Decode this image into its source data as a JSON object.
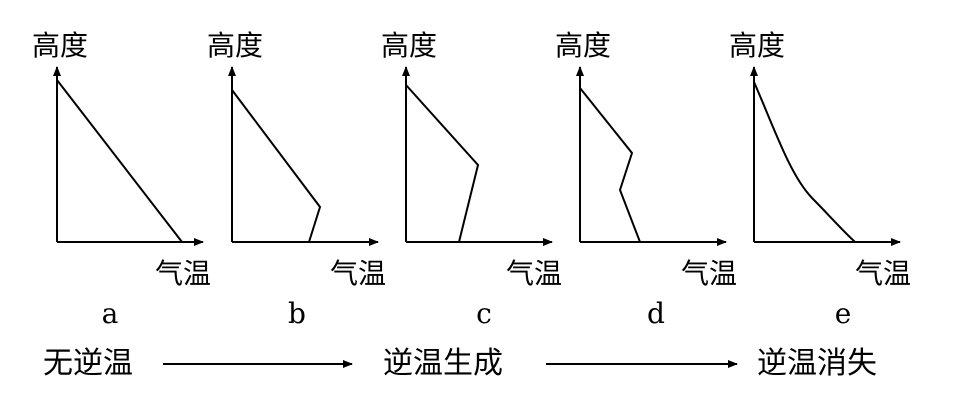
{
  "panels": [
    {
      "id": "a",
      "y_label": "高度",
      "x_label": "气温",
      "caption": "a"
    },
    {
      "id": "b",
      "y_label": "高度",
      "x_label": "气温",
      "caption": "b"
    },
    {
      "id": "c",
      "y_label": "高度",
      "x_label": "气温",
      "caption": "c"
    },
    {
      "id": "d",
      "y_label": "高度",
      "x_label": "气温",
      "caption": "d"
    },
    {
      "id": "e",
      "y_label": "高度",
      "x_label": "气温",
      "caption": "e"
    }
  ],
  "process": {
    "stage1": "无逆温",
    "stage2": "逆温生成",
    "stage3": "逆温消失"
  },
  "colors": {
    "line": "#000000",
    "background": "#ffffff"
  }
}
